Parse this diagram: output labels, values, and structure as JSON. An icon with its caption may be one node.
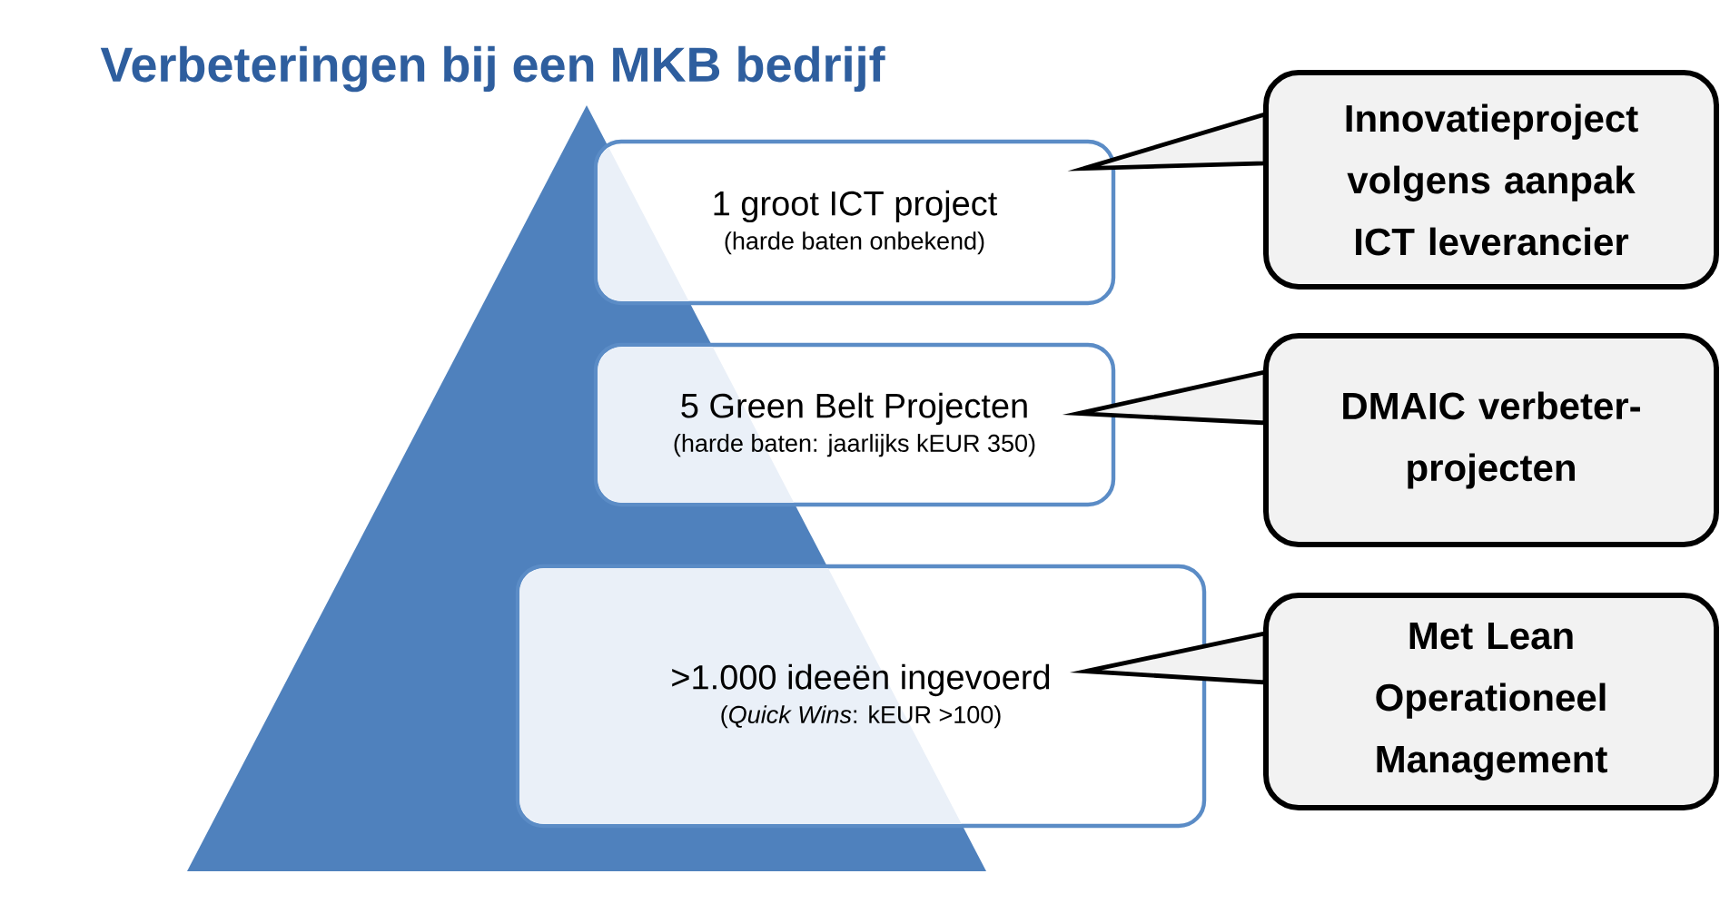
{
  "diagram": {
    "title": "Verbeteringen bij een MKB bedrijf",
    "nodes": [
      {
        "text": [
          "1 groot ICT project",
          "(harde baten onbekend)"
        ]
      },
      {
        "text": [
          "5 Green Belt Projecten",
          "(harde baten: jaarlijks kEUR 350)"
        ]
      },
      {
        "text": [
          ">1.000 ideeën ingevoerd",
          "(*Quick Wins*: kEUR >100)"
        ]
      },
      {
        "text": [
          "Innovatieproject volgens aanpak ICT leverancier"
        ]
      },
      {
        "text": [
          "DMAIC verbeter-projecten"
        ]
      },
      {
        "text": [
          "Met Lean Operationeel Management"
        ]
      }
    ],
    "edges": [
      {
        "from": 3,
        "to": 0,
        "arrow": "none"
      },
      {
        "from": 4,
        "to": 1,
        "arrow": "none"
      },
      {
        "from": 5,
        "to": 2,
        "arrow": "none"
      }
    ]
  }
}
